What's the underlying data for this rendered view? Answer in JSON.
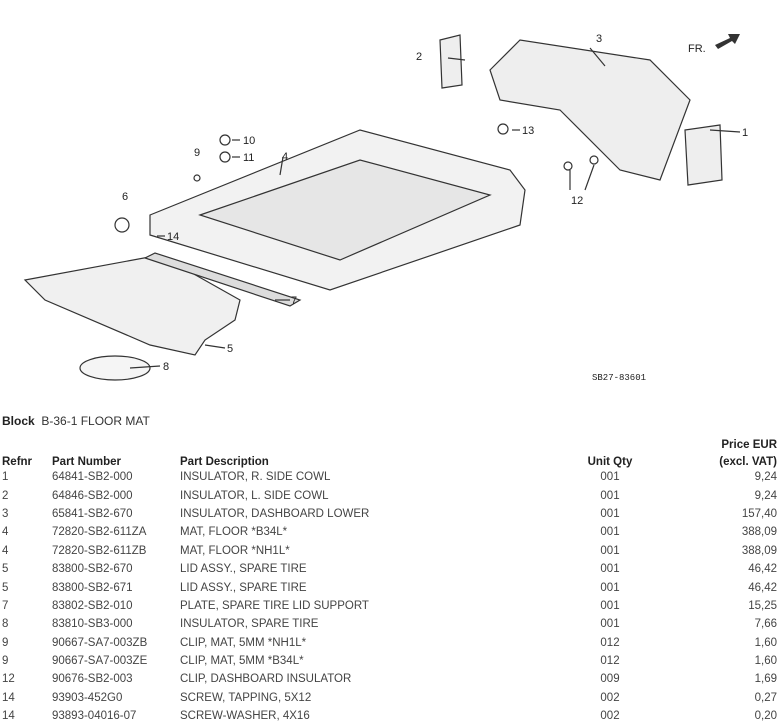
{
  "diagram": {
    "code": "SB27-83601",
    "direction": "FR.",
    "callouts": [
      "1",
      "2",
      "3",
      "4",
      "5",
      "6",
      "7",
      "8",
      "9",
      "10",
      "11",
      "12",
      "13",
      "14"
    ]
  },
  "block": {
    "label": "Block",
    "value": "B-36-1 FLOOR MAT"
  },
  "table": {
    "headers": {
      "refnr": "Refnr",
      "part_number": "Part Number",
      "description": "Part Description",
      "qty": "Unit Qty",
      "price_line1": "Price EUR",
      "price_line2": "(excl. VAT)"
    },
    "rows": [
      {
        "ref": "1",
        "pn": "64841-SB2-000",
        "desc": "INSULATOR, R. SIDE COWL",
        "qty": "001",
        "price": "9,24"
      },
      {
        "ref": "2",
        "pn": "64846-SB2-000",
        "desc": "INSULATOR, L. SIDE COWL",
        "qty": "001",
        "price": "9,24"
      },
      {
        "ref": "3",
        "pn": "65841-SB2-670",
        "desc": "INSULATOR, DASHBOARD LOWER",
        "qty": "001",
        "price": "157,40"
      },
      {
        "ref": "4",
        "pn": "72820-SB2-611ZA",
        "desc": "MAT, FLOOR *B34L*",
        "qty": "001",
        "price": "388,09"
      },
      {
        "ref": "4",
        "pn": "72820-SB2-611ZB",
        "desc": "MAT, FLOOR *NH1L*",
        "qty": "001",
        "price": "388,09"
      },
      {
        "ref": "5",
        "pn": "83800-SB2-670",
        "desc": "LID ASSY., SPARE TIRE",
        "qty": "001",
        "price": "46,42"
      },
      {
        "ref": "5",
        "pn": "83800-SB2-671",
        "desc": "LID ASSY., SPARE TIRE",
        "qty": "001",
        "price": "46,42"
      },
      {
        "ref": "7",
        "pn": "83802-SB2-010",
        "desc": "PLATE, SPARE TIRE LID SUPPORT",
        "qty": "001",
        "price": "15,25"
      },
      {
        "ref": "8",
        "pn": "83810-SB3-000",
        "desc": "INSULATOR, SPARE TIRE",
        "qty": "001",
        "price": "7,66"
      },
      {
        "ref": "9",
        "pn": "90667-SA7-003ZB",
        "desc": "CLIP, MAT, 5MM *NH1L*",
        "qty": "012",
        "price": "1,60"
      },
      {
        "ref": "9",
        "pn": "90667-SA7-003ZE",
        "desc": "CLIP, MAT, 5MM *B34L*",
        "qty": "012",
        "price": "1,60"
      },
      {
        "ref": "12",
        "pn": "90676-SB2-003",
        "desc": "CLIP, DASHBOARD INSULATOR",
        "qty": "009",
        "price": "1,69"
      },
      {
        "ref": "14",
        "pn": "93903-452G0",
        "desc": "SCREW, TAPPING, 5X12",
        "qty": "002",
        "price": "0,27"
      },
      {
        "ref": "14",
        "pn": "93893-04016-07",
        "desc": "SCREW-WASHER, 4X16",
        "qty": "002",
        "price": "0,20"
      }
    ]
  }
}
